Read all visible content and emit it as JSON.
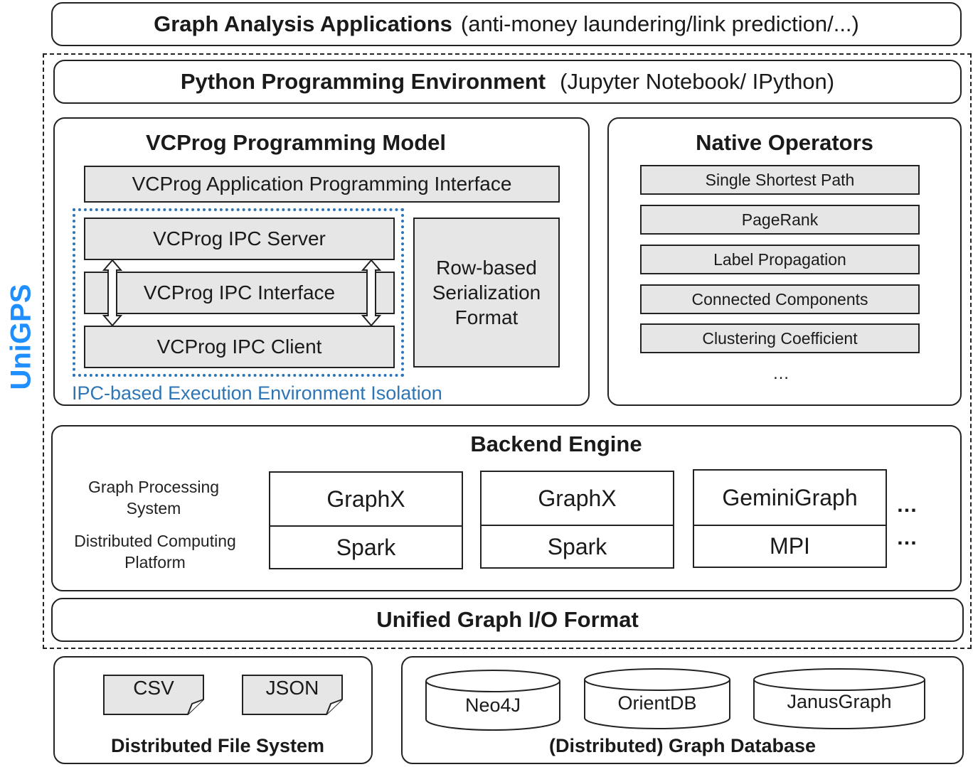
{
  "top": {
    "title": "Graph Analysis Applications",
    "subtitle": "(anti-money laundering/link prediction/...)"
  },
  "unigps_label": "UniGPS",
  "python_env": {
    "title": "Python Programming Environment",
    "subtitle": "(Jupyter Notebook/ IPython)"
  },
  "vcprog": {
    "title": "VCProg Programming Model",
    "api": "VCProg Application Programming Interface",
    "ipc_server": "VCProg IPC Server",
    "ipc_interface": "VCProg IPC Interface",
    "ipc_client": "VCProg IPC Client",
    "serialization": "Row-based Serialization Format",
    "isolation_label": "IPC-based Execution Environment Isolation"
  },
  "native_operators": {
    "title": "Native Operators",
    "items": [
      "Single Shortest Path",
      "PageRank",
      "Label Propagation",
      "Connected Components",
      "Clustering Coefficient"
    ],
    "ellipsis": "…"
  },
  "backend": {
    "title": "Backend Engine",
    "label_processing": "Graph Processing System",
    "label_platform": "Distributed Computing Platform",
    "stacks": [
      {
        "system": "GraphX",
        "platform": "Spark"
      },
      {
        "system": "GraphX",
        "platform": "Spark"
      },
      {
        "system": "GeminiGraph",
        "platform": "MPI"
      }
    ],
    "ellipsis_top": "…",
    "ellipsis_bottom": "…"
  },
  "io_format": "Unified Graph I/O Format",
  "file_system": {
    "title": "Distributed File System",
    "files": [
      "CSV",
      "JSON"
    ]
  },
  "graph_db": {
    "title": "(Distributed) Graph Database",
    "databases": [
      "Neo4J",
      "OrientDB",
      "JanusGraph"
    ]
  },
  "colors": {
    "accent_blue": "#2e75b6",
    "unigps_blue": "#1f8fff",
    "component_fill": "#e6e6e6"
  }
}
